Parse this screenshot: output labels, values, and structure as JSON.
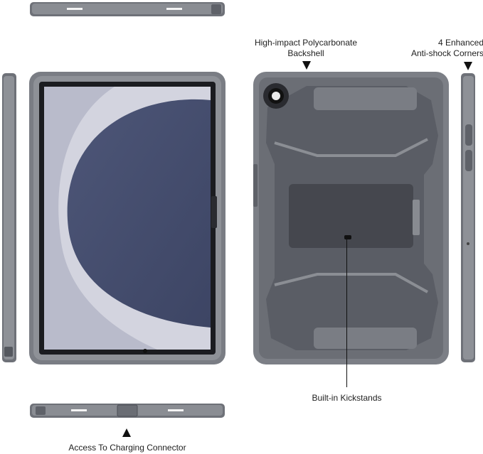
{
  "callouts": {
    "backshell": {
      "line1": "High-impact Polycarbonate",
      "line2": "Backshell"
    },
    "corners": {
      "line1": "4 Enhanced",
      "line2": "Anti-shock Corners"
    },
    "kickstand": {
      "text": "Built-in Kickstands"
    },
    "charging": {
      "text": "Access To Charging Connector"
    }
  },
  "colors": {
    "case_gray": "#7c7f86",
    "case_dark": "#55585f",
    "back_plate": "#5a5d65",
    "kickstand": "#34363c",
    "screen_blue": "#5b6483",
    "screen_light": "#cfd0dc"
  }
}
